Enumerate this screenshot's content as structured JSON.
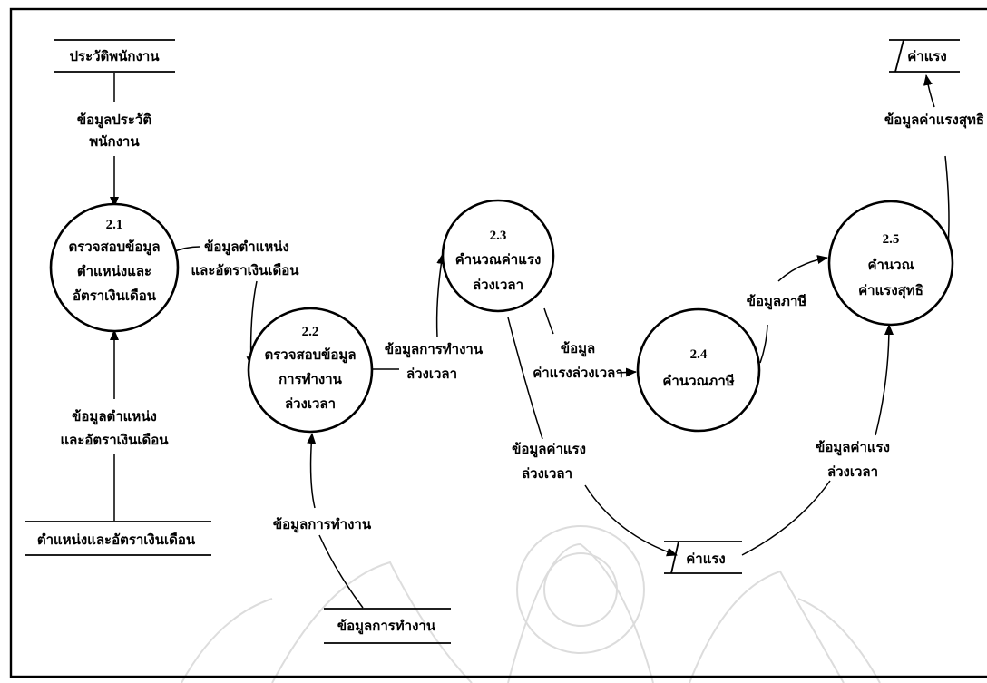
{
  "processes": {
    "p21": {
      "id": "2.1",
      "line1": "ตรวจสอบข้อมูล",
      "line2": "ตำแหน่งและ",
      "line3": "อัตราเงินเดือน"
    },
    "p22": {
      "id": "2.2",
      "line1": "ตรวจสอบข้อมูล",
      "line2": "การทำงาน",
      "line3": "ล่วงเวลา"
    },
    "p23": {
      "id": "2.3",
      "line1": "คำนวณค่าแรง",
      "line2": "ล่วงเวลา"
    },
    "p24": {
      "id": "2.4",
      "line1": "คำนวณภาษี"
    },
    "p25": {
      "id": "2.5",
      "line1": "คำนวณ",
      "line2": "ค่าแรงสุทธิ"
    }
  },
  "stores": {
    "employee_history": "ประวัติพนักงาน",
    "position_salary": "ตำแหน่งและอัตราเงินเดือน",
    "work_data": "ข้อมูลการทำงาน",
    "wage_mid": "ค่าแรง",
    "wage_top": "ค่าแรง"
  },
  "flows": {
    "history_to_21": {
      "line1": "ข้อมูลประวัติ",
      "line2": "พนักงาน"
    },
    "position_to_21": {
      "line1": "ข้อมูลตำแหน่ง",
      "line2": "และอัตราเงินเดือน"
    },
    "p21_to_22": {
      "line1": "ข้อมูลตำแหน่ง",
      "line2": "และอัตราเงินเดือน"
    },
    "work_to_22": {
      "line1": "ข้อมูลการทำงาน"
    },
    "p22_to_23": {
      "line1": "ข้อมูลการทำงาน",
      "line2": "ล่วงเวลา"
    },
    "p23_to_24": {
      "line1": "ข้อมูล",
      "line2": "ค่าแรงล่วงเวลา"
    },
    "p23_to_store": {
      "line1": "ข้อมูลค่าแรง",
      "line2": "ล่วงเวลา"
    },
    "store_to_25": {
      "line1": "ข้อมูลค่าแรง",
      "line2": "ล่วงเวลา"
    },
    "p24_to_25": {
      "line1": "ข้อมูลภาษี"
    },
    "p25_to_store": {
      "line1": "ข้อมูลค่าแรงสุทธิ"
    }
  }
}
